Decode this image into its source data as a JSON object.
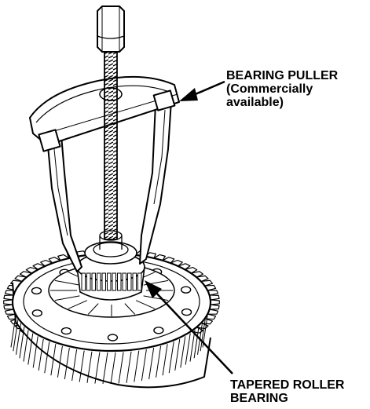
{
  "labels": {
    "bearing_puller": {
      "line1": "BEARING PULLER",
      "line2": "(Commercially",
      "line3": "available)"
    },
    "tapered_roller_bearing": {
      "line1": "TAPERED ROLLER",
      "line2": "BEARING"
    }
  },
  "colors": {
    "ink": "#000000",
    "paper": "#ffffff"
  },
  "icons": {
    "puller_arrow": "arrow-left-icon",
    "bearing_arrow": "arrow-up-left-icon"
  }
}
